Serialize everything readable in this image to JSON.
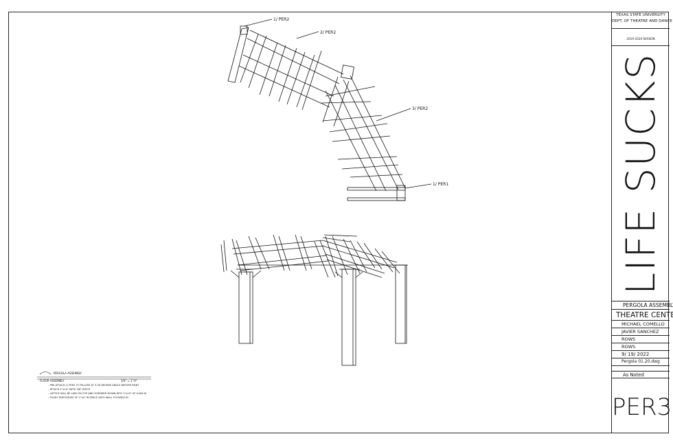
{
  "title_block": {
    "school_line1": "TEXAS STATE UNIVERSITY",
    "school_line2": "DEPT. OF THEATRE AND DANCE",
    "season": "2019-2020 SEASON",
    "show_title": "LIFE SUCKS",
    "drawing_title": "PERGOLA ASSEMBLY",
    "venue": "THEATRE CENTER",
    "designer": "MICHAEL COMELLO",
    "drafter": "JAVIER SANCHEZ",
    "field_a": "ROWS",
    "field_b": "ROWS",
    "date": "9/ 19/ 2022",
    "file": "Pergola 01.20.dwg",
    "scale": "As Noted",
    "plate": "PER3"
  },
  "callouts": {
    "top_left": "1/ PER2",
    "top_mid": "2/ PER2",
    "mid_right": "3/ PER2",
    "bottom": "1/ PER1"
  },
  "notes": {
    "title": "PERGOLA ASSEMBLY",
    "header_left": "FLOOR ASSEMBLY",
    "header_right": "3/4\" = 1'-0\"",
    "lines": [
      "- PRE-ATTACH 1/ PER2 TO PILLARS AT A 30 DEGREE ANGLE BEFORE PAINT",
      "- ATTACH 2\"x10\" WITH 3/8\" BOLTS",
      "- LATTICE WILL BE LAID ON TOP AND SCREWED DOWN INTO 2\"x10\" AT LOAD IN",
      "- FLUSH TRIM EDGES OF 2\"x4\" IN SPACE WITH WALL FLOORED IN"
    ]
  }
}
